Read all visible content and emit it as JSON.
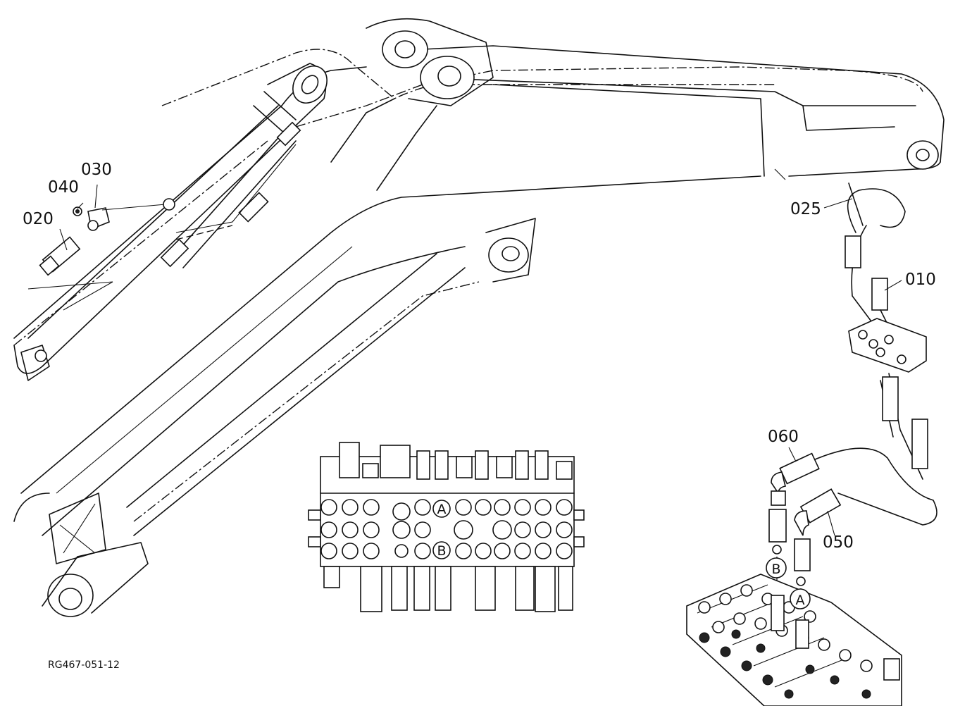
{
  "drawing_code": "RG467-051-12",
  "callouts": {
    "c010": "010",
    "c020": "020",
    "c025": "025",
    "c030": "030",
    "c040": "040",
    "c050": "050",
    "c060": "060"
  },
  "ports": {
    "a": "A",
    "b": "B"
  },
  "colors": {
    "line": "#111111",
    "background": "#ffffff"
  }
}
